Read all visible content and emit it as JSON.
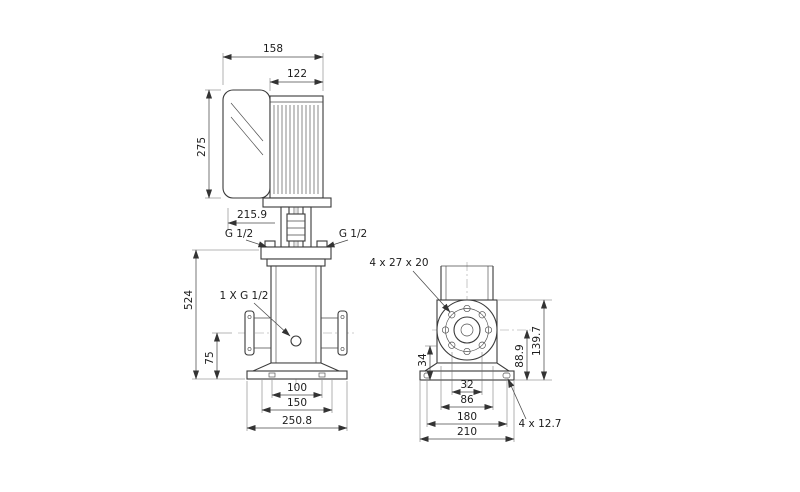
{
  "front_view": {
    "width_overall": "158",
    "width_motor": "122",
    "height_motor": "275",
    "height_coupling": "215.9",
    "port_left": "G 1/2",
    "port_right": "G 1/2",
    "height_overall": "524",
    "drain_port": "1 X G 1/2",
    "height_port_center": "75",
    "base_width_inner": "100",
    "base_width_bolt": "150",
    "base_width_overall": "250.8"
  },
  "side_view": {
    "flange_holes": "4 x 27 x 20",
    "base_height": "34",
    "port_center_height": "88.9",
    "flange_top_height": "139.7",
    "base_slot_spacing": "32",
    "base_slot_outer": "86",
    "base_bolt_spacing": "180",
    "base_width_overall": "210",
    "base_plate_holes": "4 x 12.7"
  }
}
